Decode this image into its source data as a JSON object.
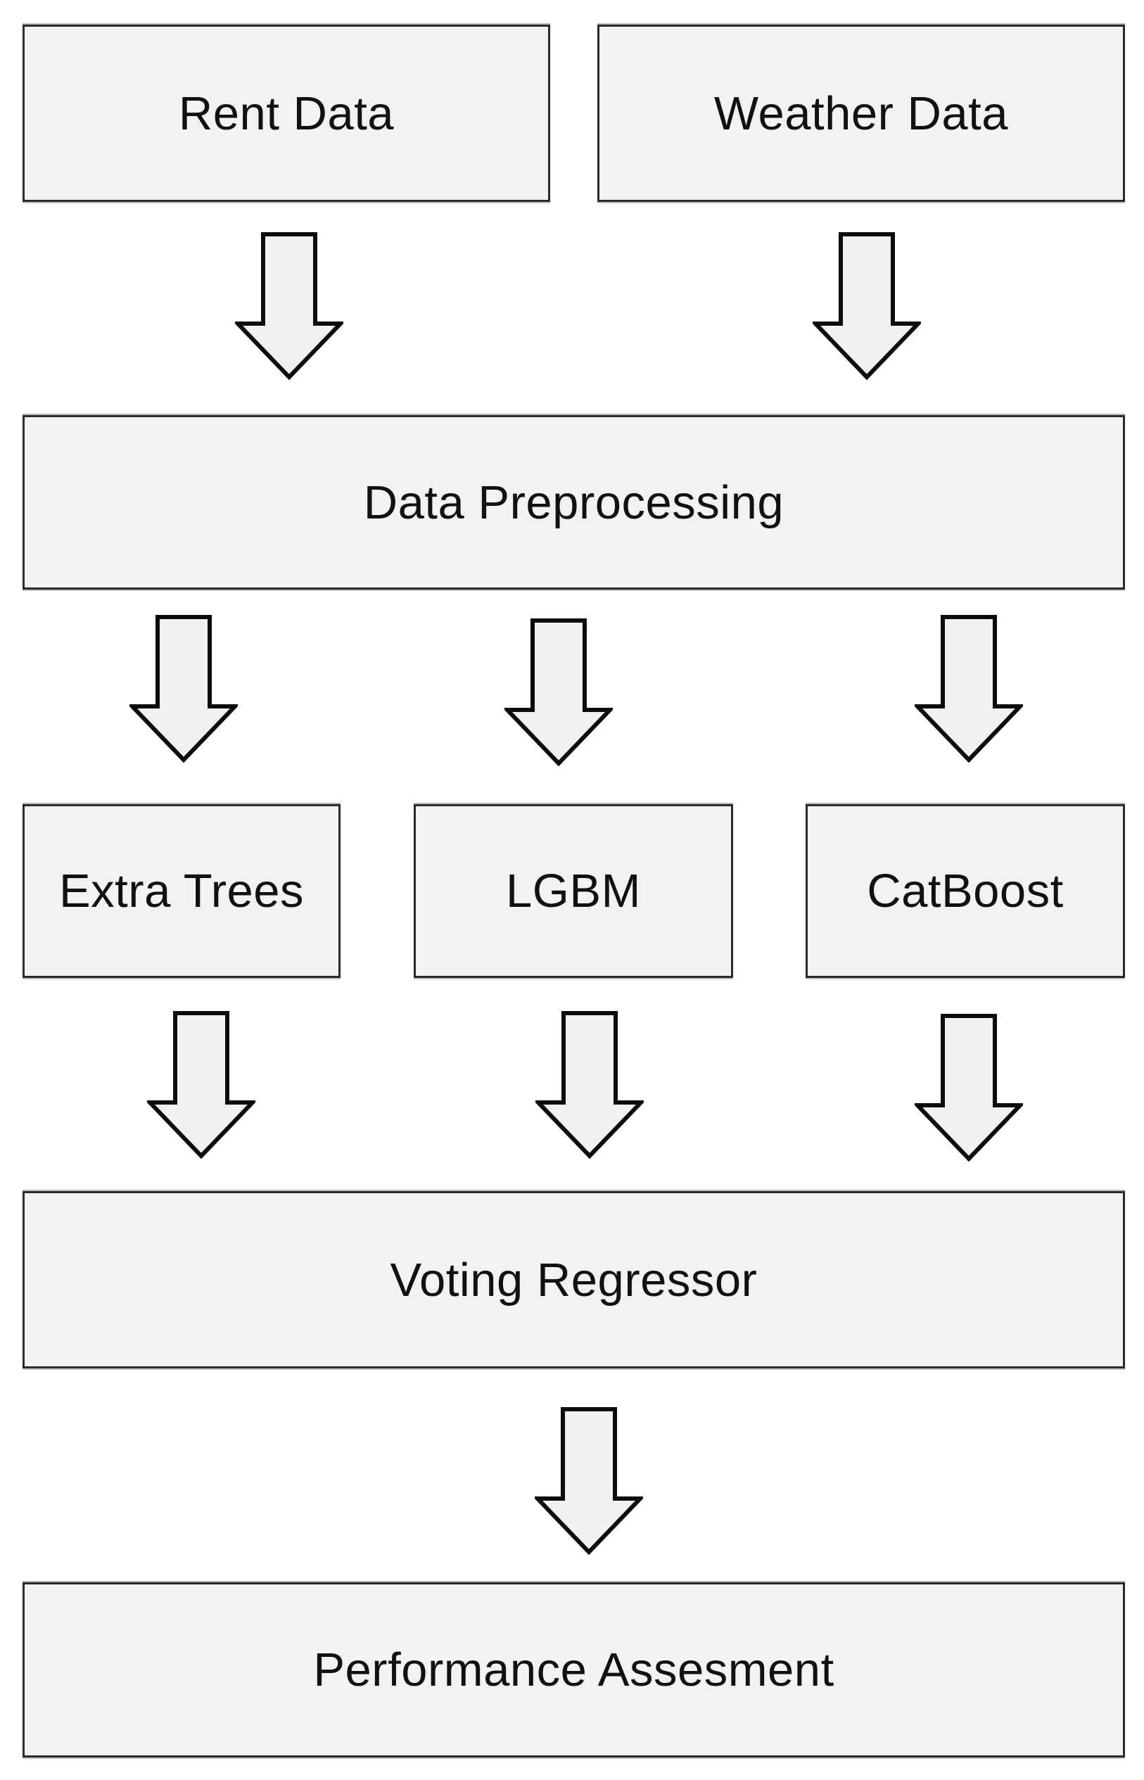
{
  "diagram": {
    "description": "Flowchart of an ensemble machine-learning pipeline",
    "nodes": {
      "rent": {
        "label": "Rent Data"
      },
      "weather": {
        "label": "Weather Data"
      },
      "preprocessing": {
        "label": "Data Preprocessing"
      },
      "extra_trees": {
        "label": "Extra Trees"
      },
      "lgbm": {
        "label": "LGBM"
      },
      "catboost": {
        "label": "CatBoost"
      },
      "voting": {
        "label": "Voting Regressor"
      },
      "performance": {
        "label": "Performance Assesment"
      }
    },
    "edges": [
      {
        "from": "rent",
        "to": "preprocessing"
      },
      {
        "from": "weather",
        "to": "preprocessing"
      },
      {
        "from": "preprocessing",
        "to": "extra_trees"
      },
      {
        "from": "preprocessing",
        "to": "lgbm"
      },
      {
        "from": "preprocessing",
        "to": "catboost"
      },
      {
        "from": "extra_trees",
        "to": "voting"
      },
      {
        "from": "lgbm",
        "to": "voting"
      },
      {
        "from": "catboost",
        "to": "voting"
      },
      {
        "from": "voting",
        "to": "performance"
      }
    ],
    "colors": {
      "background": "#ffffff",
      "node_fill": "#f2f2f2",
      "node_border": "#2b2b2b",
      "arrow_fill": "#f1f1f1",
      "arrow_stroke": "#0c0c0c",
      "text": "#111111"
    }
  }
}
